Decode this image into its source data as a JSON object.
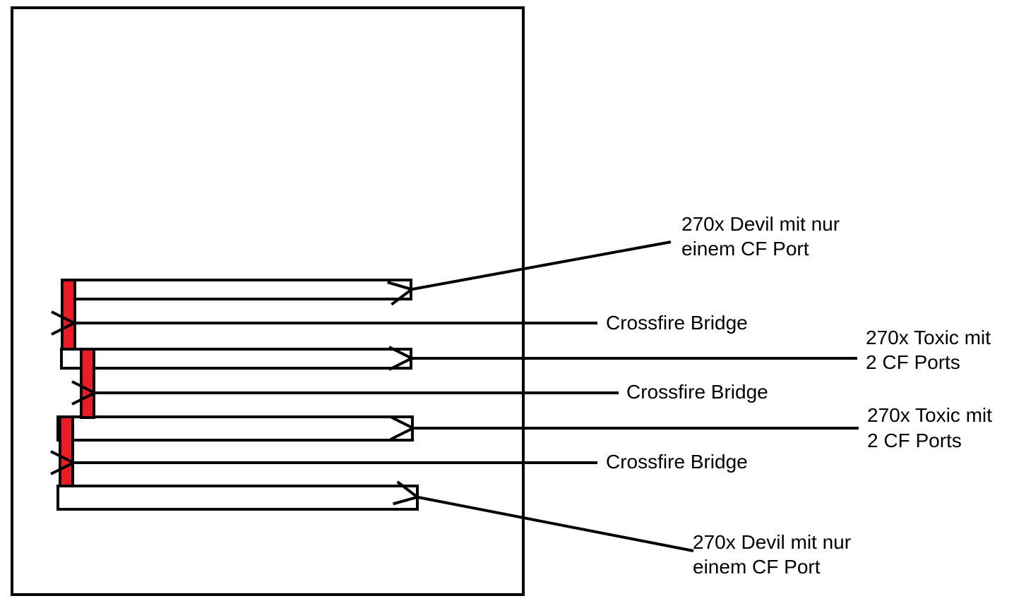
{
  "colors": {
    "outline": "#000000",
    "bridge": "#ed1c24",
    "background": "#ffffff"
  },
  "labels": {
    "devil_top": {
      "line1": "270x Devil mit nur",
      "line2": "einem CF Port"
    },
    "bridge_1": "Crossfire Bridge",
    "toxic_1": {
      "line1": "270x Toxic mit",
      "line2": "2 CF Ports"
    },
    "bridge_2": "Crossfire Bridge",
    "toxic_2": {
      "line1": "270x Toxic mit",
      "line2": "2 CF Ports"
    },
    "bridge_3": "Crossfire Bridge",
    "devil_bottom": {
      "line1": "270x Devil mit nur",
      "line2": "einem CF Port"
    }
  }
}
